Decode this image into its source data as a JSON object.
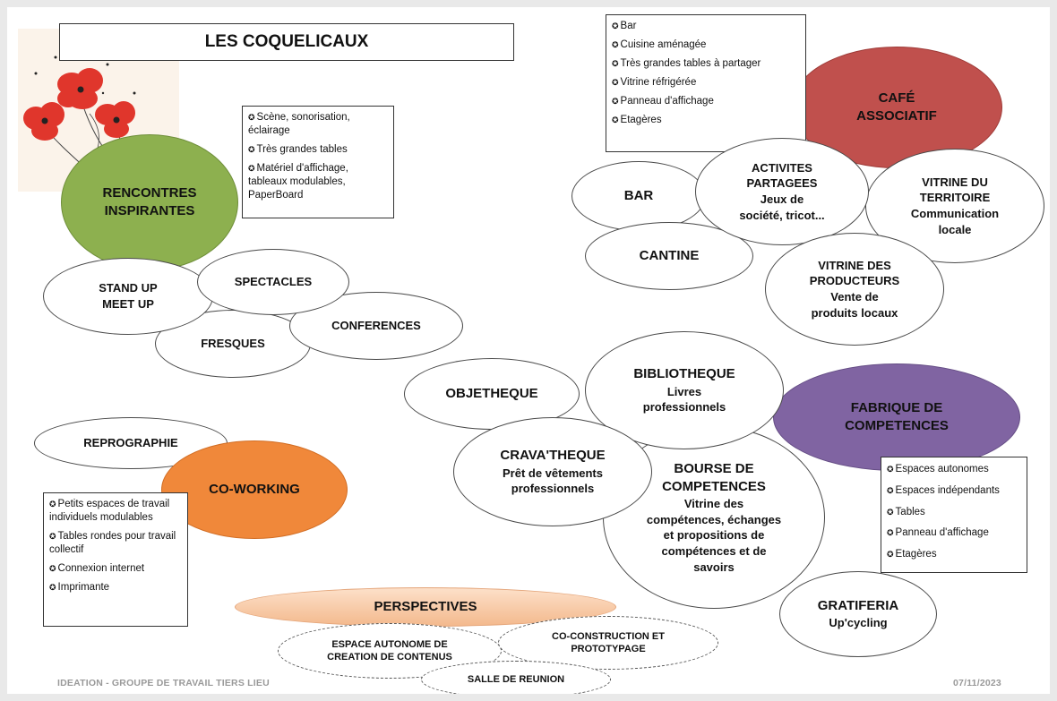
{
  "title": "LES COQUELICAUX",
  "nodes": {
    "rencontres": "RENCONTRES INSPIRANTES",
    "stand_up": [
      "STAND UP",
      "MEET UP"
    ],
    "spectacles": "SPECTACLES",
    "conferences": "CONFERENCES",
    "fresques": "FRESQUES",
    "cafe": [
      "CAFÉ",
      "ASSOCIATIF"
    ],
    "bar": "BAR",
    "activites": [
      "ACTIVITES",
      "PARTAGEES",
      "Jeux de",
      "société, tricot..."
    ],
    "vitrine_territoire": [
      "VITRINE DU",
      "TERRITOIRE",
      "Communication",
      "locale"
    ],
    "cantine": "CANTINE",
    "vitrine_producteurs": [
      "VITRINE DES",
      "PRODUCTEURS",
      "Vente de",
      "produits locaux"
    ],
    "objetheque": "OBJETHEQUE",
    "bibliotheque": [
      "BIBLIOTHEQUE",
      "Livres",
      "professionnels"
    ],
    "fabrique": [
      "FABRIQUE DE",
      "COMPETENCES"
    ],
    "cravatheque": [
      "CRAVA'THEQUE",
      "Prêt de vêtements",
      "professionnels"
    ],
    "bourse": [
      "BOURSE DE",
      "COMPETENCES",
      "Vitrine des",
      "compétences, échanges",
      "et propositions de",
      "compétences et de",
      "savoirs"
    ],
    "gratiferia": [
      "GRATIFERIA",
      "Up'cycling"
    ],
    "reprographie": "REPROGRAPHIE",
    "coworking": "CO-WORKING",
    "perspectives": "PERSPECTIVES",
    "espace_autonome": [
      "ESPACE AUTONOME DE",
      "CREATION DE CONTENUS"
    ],
    "coconstruction": [
      "CO-CONSTRUCTION ET",
      "PROTOTYPAGE"
    ],
    "salle": "SALLE DE REUNION"
  },
  "lists": {
    "rencontres": [
      "Scène, sonorisation, éclairage",
      "Très grandes tables",
      "Matériel d'affichage, tableaux modulables, PaperBoard"
    ],
    "cafe": [
      "Bar",
      "Cuisine aménagée",
      "Très grandes tables à partager",
      "Vitrine réfrigérée",
      "Panneau d'affichage",
      "Etagères"
    ],
    "fabrique": [
      "Espaces autonomes",
      "Espaces indépendants",
      "Tables",
      "Panneau d'affichage",
      "Etagères"
    ],
    "coworking": [
      "Petits espaces de travail individuels modulables",
      "Tables rondes pour travail collectif",
      "Connexion internet",
      "Imprimante"
    ]
  },
  "footer": {
    "left": "IDEATION - GROUPE DE TRAVAIL TIERS LIEU",
    "right": "07/11/2023"
  },
  "colors": {
    "rencontres": "#8db04f",
    "cafe": "#c0504d",
    "fabrique": "#8064a2",
    "coworking": "#f0883a",
    "perspectives": "#f6c9a6"
  },
  "bullet": "✪"
}
